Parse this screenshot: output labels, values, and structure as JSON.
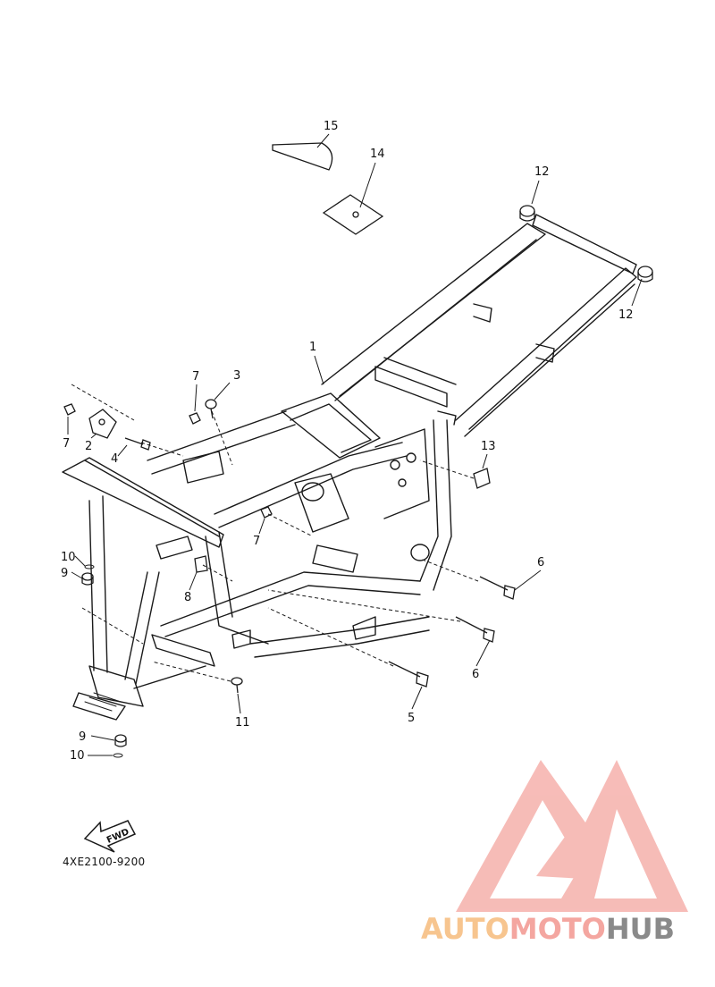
{
  "diagram_code": "4XE2100-9200",
  "fwd_label": "FWD",
  "callouts": {
    "c1": "1",
    "c2": "2",
    "c3": "3",
    "c4": "4",
    "c5": "5",
    "c6a": "6",
    "c6b": "6",
    "c7a": "7",
    "c7b": "7",
    "c7c": "7",
    "c8": "8",
    "c9a": "9",
    "c9b": "9",
    "c10a": "10",
    "c10b": "10",
    "c11": "11",
    "c12a": "12",
    "c12b": "12",
    "c13": "13",
    "c14": "14",
    "c15": "15"
  },
  "watermark": {
    "part1": "AUTO",
    "part2": "MOTO",
    "part3": "HUB"
  },
  "colors": {
    "line": "#1a1a1a",
    "logo_red": "#f4a6a0",
    "logo_orange": "#f7c58f",
    "logo_gray": "#8a8a8a"
  }
}
